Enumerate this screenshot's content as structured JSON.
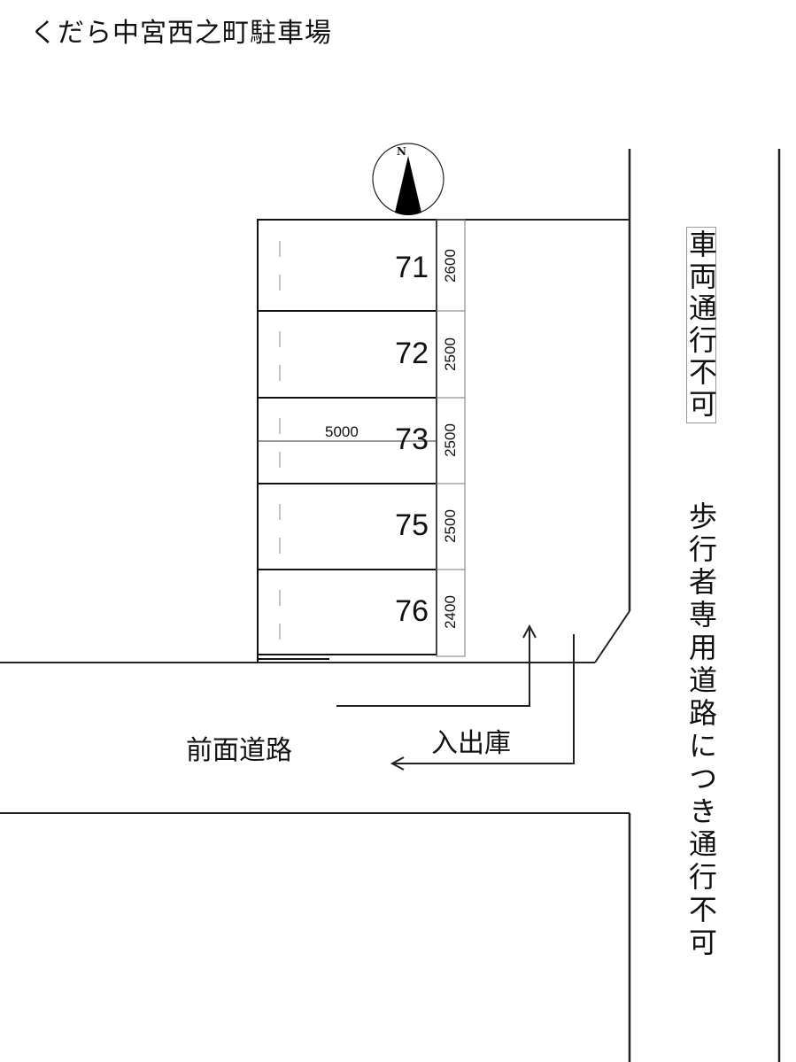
{
  "title": "くだら中宮西之町駐車場",
  "compass": {
    "label": "N"
  },
  "stalls": [
    {
      "number": "71",
      "width": "2600"
    },
    {
      "number": "72",
      "width": "2500"
    },
    {
      "number": "73",
      "width": "2500"
    },
    {
      "number": "75",
      "width": "2500"
    },
    {
      "number": "76",
      "width": "2400"
    }
  ],
  "stall_depth": "5000",
  "labels": {
    "front_road": "前面道路",
    "entry_exit": "入出庫",
    "no_vehicles": "車両通行不可",
    "pedestrian_only": "歩行者専用道路につき通行不可"
  },
  "colors": {
    "line": "#111111",
    "thin_line": "#555555",
    "box_border": "#999999"
  }
}
